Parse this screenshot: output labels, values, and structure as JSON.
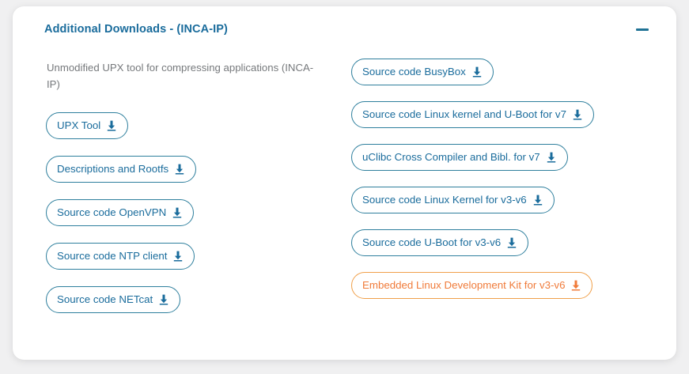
{
  "card": {
    "title": "Additional Downloads - (INCA-IP)",
    "collapse_icon": "minus-icon",
    "description": "Unmodified UPX tool for compressing applications (INCA-IP)",
    "colors": {
      "title": "#1a6c9c",
      "border": "#2e7f9d",
      "text": "#1a6c9c",
      "accent_border": "#f0a04a",
      "accent_text": "#f07b3a",
      "description_text": "#76797c",
      "card_background": "#ffffff",
      "page_background": "#f0f0f1"
    },
    "left_column": {
      "buttons": [
        {
          "label": "UPX Tool",
          "icon": "download-icon",
          "accent": false
        },
        {
          "label": "Descriptions and Rootfs",
          "icon": "download-icon",
          "accent": false
        },
        {
          "label": "Source code OpenVPN",
          "icon": "download-icon",
          "accent": false
        },
        {
          "label": "Source code NTP client",
          "icon": "download-icon",
          "accent": false
        },
        {
          "label": "Source code NETcat",
          "icon": "download-icon",
          "accent": false
        }
      ]
    },
    "right_column": {
      "buttons": [
        {
          "label": "Source code BusyBox",
          "icon": "download-icon",
          "accent": false
        },
        {
          "label": "Source code Linux kernel and U-Boot for v7",
          "icon": "download-icon",
          "accent": false
        },
        {
          "label": "uClibc Cross Compiler and Bibl. for v7",
          "icon": "download-icon",
          "accent": false
        },
        {
          "label": "Source code Linux Kernel for v3-v6",
          "icon": "download-icon",
          "accent": false
        },
        {
          "label": "Source code U-Boot for v3-v6",
          "icon": "download-icon",
          "accent": false
        },
        {
          "label": "Embedded Linux Development Kit for v3-v6",
          "icon": "download-icon",
          "accent": true
        }
      ]
    }
  }
}
